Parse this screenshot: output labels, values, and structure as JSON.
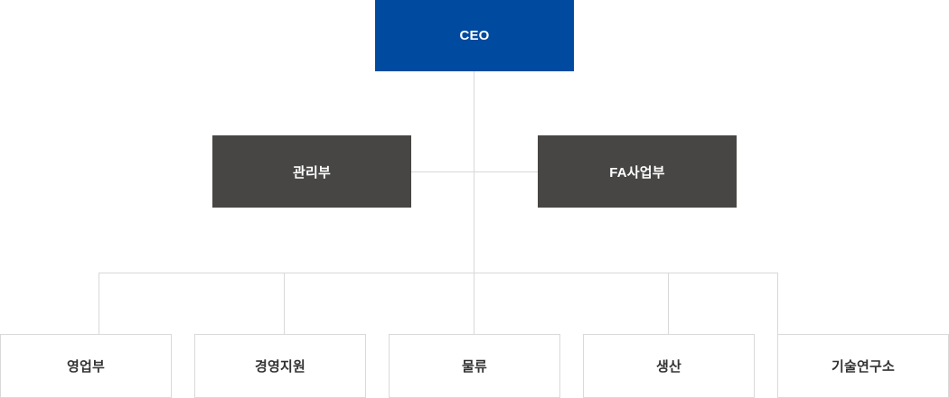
{
  "chart_title": "",
  "colors": {
    "ceo_bg": "#004a9f",
    "dept_bg": "#474645",
    "team_bg": "#ffffff",
    "team_border": "#d9d9d9",
    "line": "#d8d8d8",
    "text_light": "#ffffff",
    "text_dark": "#333333"
  },
  "org": {
    "ceo": {
      "label": "CEO"
    },
    "departments": [
      {
        "label": "관리부"
      },
      {
        "label": "FA사업부"
      }
    ],
    "teams": [
      {
        "label": "영업부"
      },
      {
        "label": "경영지원"
      },
      {
        "label": "물류"
      },
      {
        "label": "생산"
      },
      {
        "label": "기술연구소"
      }
    ]
  }
}
